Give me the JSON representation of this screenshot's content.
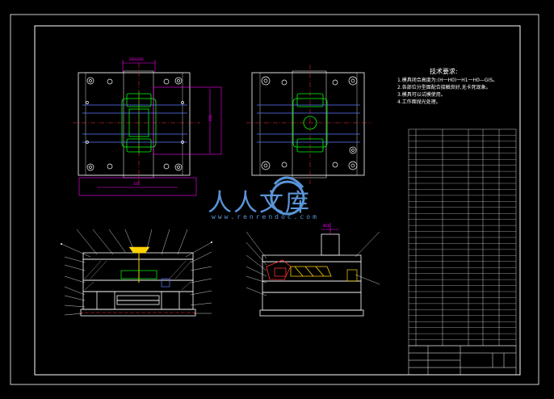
{
  "watermark": {
    "text": "人人文库",
    "url": "www.renrendoc.com"
  },
  "technical_notes": {
    "title": "技术要求:",
    "items": [
      "1.模具闭合高度为:(H一H0)一H1一H0—GIS。",
      "2.各部位分型面配合接触良好,无卡死现象。",
      "3.模具可以试模使用。",
      "4.工作面抛光处理。"
    ]
  },
  "colors": {
    "background": "#000000",
    "frame": "#ffffff",
    "mold": "#ffffff",
    "cavity": "#00ff00",
    "dimension": "#ff00ff",
    "hatch": "#ffd200",
    "insert": "#ff3030",
    "watermark": "#5a95d8",
    "callout": "#ffffff"
  }
}
